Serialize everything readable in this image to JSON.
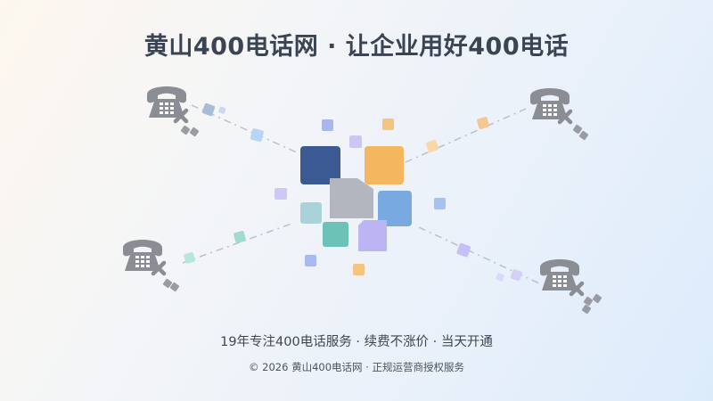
{
  "banner": {
    "title": "黄山400电话网 · 让企业用好400电话",
    "tagline": "19年专注400电话服务 · 续费不涨价 · 当天开通",
    "footer": "© 2026 黄山400电话网 · 正规运营商授权服务"
  },
  "icons": {
    "phone": "old-telephone-icon",
    "cross": "cross-mark-icon",
    "cluster": "colored-blocks-cluster"
  },
  "colors": {
    "navy": "#3b5a93",
    "orange": "#f4b65e",
    "blue": "#78a9e0",
    "gray": "#b3b6bf",
    "teal": "#6cc2b6",
    "lavender": "#bdb5f3",
    "aqua_light": "#a9d3d9",
    "phone_gray": "#8a8d94"
  }
}
